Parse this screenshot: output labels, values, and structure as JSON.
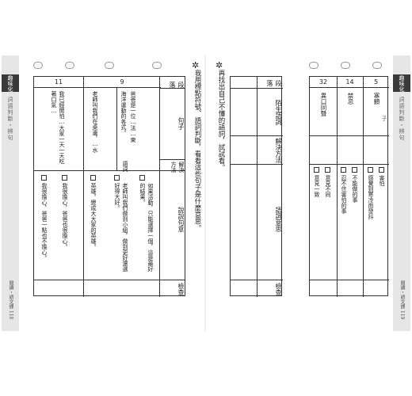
{
  "left_page": {
    "tab_title": "趣味化",
    "tab_subtitle": "詞語判斷・辨句子",
    "folio": "閱讀・語文課 118",
    "instruction": "我用標點符號、語詞判斷，看看這些句子是什麼意思。",
    "table": {
      "row_labels": [
        "段落",
        "句子",
        "解決方法",
        "語詞",
        "說說句意",
        "檢查"
      ],
      "col_numbers": [
        "11",
        "9"
      ],
      "cells": {
        "c11_sentence": "我已經閒怕…大家一天一天吃著口氣…",
        "c9_sentence": "老師叫我們在桌邊，…水",
        "c9_sentence_b": "爸爸是一位…法…東",
        "c9_method_b": "海洋運動的各式。",
        "options_11": [
          "我很擔心，爸爸一點也不擔心。",
          "我很擔心，爸爸也很擔心。"
        ],
        "options_9": [
          "如果活動，只能選擇一個，這是最好的結果。",
          "老師叫我們做到小組，做到更好還選好得大好。",
          "英雄。變成大大家的英雄。"
        ]
      }
    }
  },
  "right_page": {
    "tab_title": "趣味化",
    "tab_subtitle": "詞語判斷・辨句子",
    "folio": "閱讀・語文課 119",
    "instruction": "再找出自己不懂的語詞，試試看。",
    "table1": {
      "row_labels": [
        "段落",
        "陌生語詞",
        "解決方法",
        "語詞意思",
        "檢查"
      ]
    },
    "table2": {
      "col_numbers": [
        "32",
        "14",
        "5"
      ],
      "words": [
        "異口同聲",
        "禁忌",
        "寒顫"
      ],
      "meanings": [
        "意見不同",
        "意見一致",
        "忍不住害怕的事",
        "不能做的事",
        "感覺到寒冷而發抖",
        "害怕"
      ]
    }
  }
}
